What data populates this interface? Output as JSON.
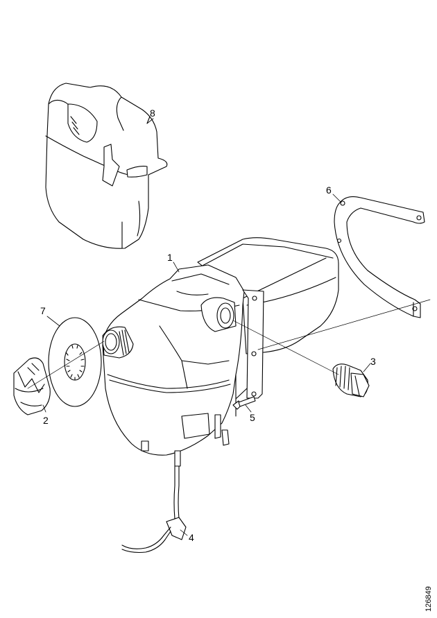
{
  "callouts": {
    "c1": "1",
    "c2": "2",
    "c3": "3",
    "c4": "4",
    "c5": "5",
    "c6": "6",
    "c7": "7",
    "c8": "8"
  },
  "figure_number": "126849"
}
